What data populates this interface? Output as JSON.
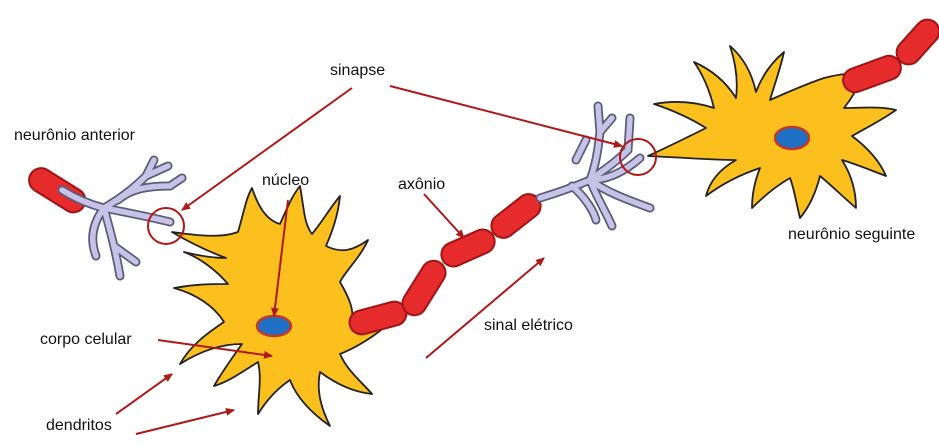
{
  "labels": {
    "synapse": "sinapse",
    "previous_neuron": "neurônio anterior",
    "nucleus": "núcleo",
    "axon": "axônio",
    "next_neuron": "neurônio seguinte",
    "cell_body": "corpo celular",
    "electrical_signal": "sinal elétrico",
    "dendrites": "dendritos"
  },
  "colors": {
    "cell_fill": "#fcc01e",
    "cell_stroke": "#222222",
    "axon_fill": "#e52b2b",
    "axon_stroke": "#a01414",
    "nucleus_fill": "#1f6fc4",
    "nucleus_stroke": "#c0392b",
    "terminal_fill": "#c7c2e6",
    "terminal_stroke": "#5b5b7a",
    "arrow": "#b01818",
    "synapse_circle": "#b01818"
  }
}
